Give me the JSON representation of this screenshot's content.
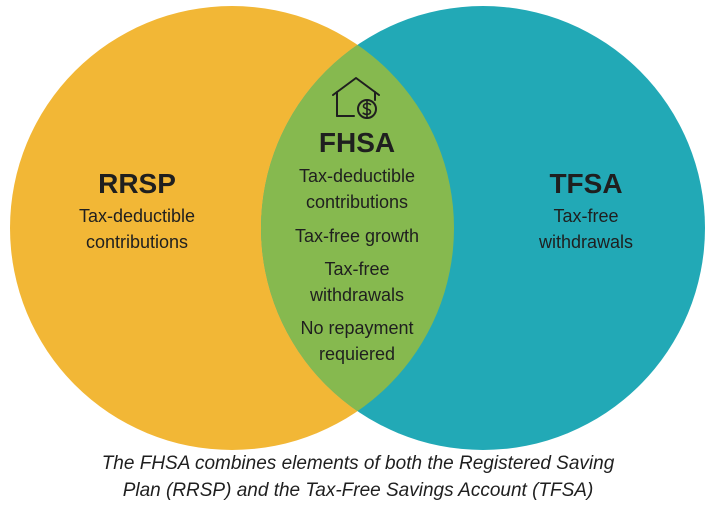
{
  "diagram": {
    "colors": {
      "rrsp_circle": "#F2B736",
      "tfsa_circle": "#22A9B6",
      "overlap": "#86B94F",
      "text": "#1f1f1f"
    },
    "left": {
      "title": "RRSP",
      "lines": [
        "Tax-deductible",
        "contributions"
      ]
    },
    "right": {
      "title": "TFSA",
      "lines": [
        "Tax-free",
        "withdrawals"
      ]
    },
    "center": {
      "icon": "house-dollar-icon",
      "title": "FHSA",
      "lines": [
        "Tax-deductible",
        "contributions",
        "Tax-free growth",
        "Tax-free",
        "withdrawals",
        "No repayment",
        "requiered"
      ]
    }
  },
  "caption": {
    "line1": "The FHSA combines elements of both the Registered Saving",
    "line2": "Plan (RRSP) and the Tax-Free Savings Account (TFSA)"
  }
}
